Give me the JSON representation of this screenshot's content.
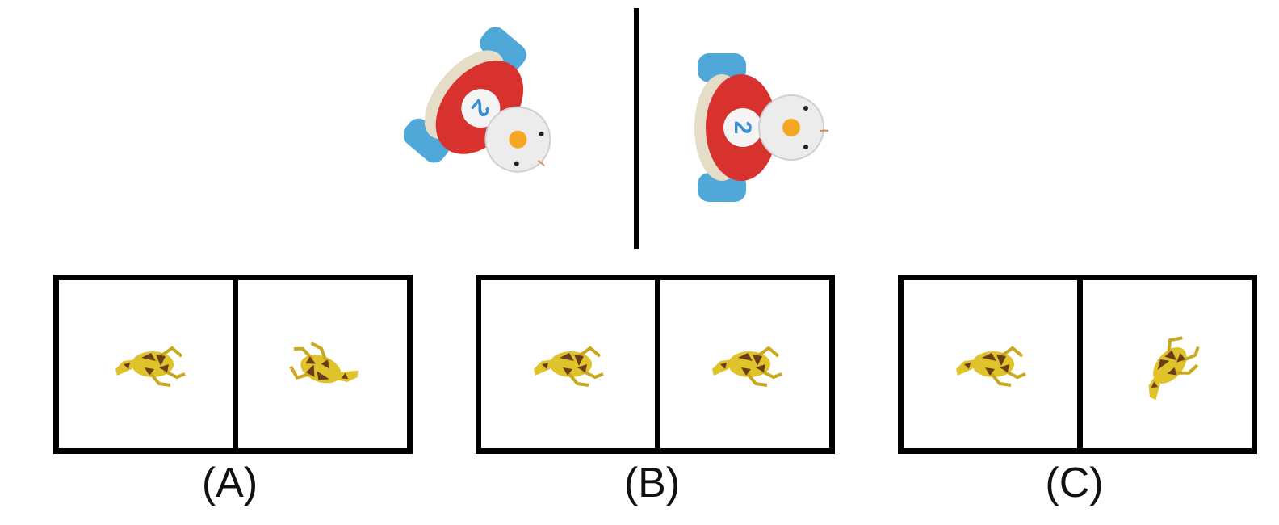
{
  "reference": {
    "left_toy_icon": "snowman-car-toy-icon",
    "right_toy_icon": "snowman-car-toy-icon",
    "badge_number": "2"
  },
  "options": [
    {
      "label": "(A)",
      "left_icon": "giraffe-icon",
      "right_icon": "giraffe-icon"
    },
    {
      "label": "(B)",
      "left_icon": "giraffe-icon",
      "right_icon": "giraffe-icon"
    },
    {
      "label": "(C)",
      "left_icon": "giraffe-icon",
      "right_icon": "giraffe-icon"
    }
  ],
  "colors": {
    "toy_body": "#d8322e",
    "toy_wheels": "#4fa8d8",
    "toy_back": "#e6ddc8",
    "toy_head": "#eeeeee",
    "toy_nose": "#f5a623",
    "giraffe_yellow": "#e0c22a",
    "giraffe_brown": "#6b3d1a"
  }
}
